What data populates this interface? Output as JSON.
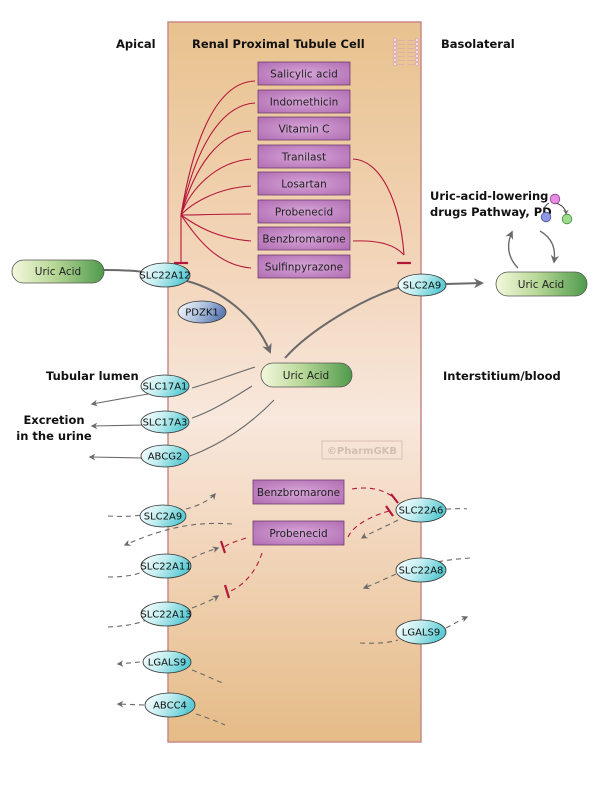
{
  "title": "Renal Proximal Tubule Cell",
  "region_labels": {
    "apical": "Apical",
    "basolateral": "Basolateral",
    "tubular_lumen": "Tubular lumen",
    "interstitium": "Interstitium/blood",
    "excretion_line1": "Excretion",
    "excretion_line2": "in the urine"
  },
  "pathway_link": {
    "line1": "Uric-acid-lowering",
    "line2": "drugs Pathway, PD",
    "icon": "pathway-network-icon"
  },
  "drugs_top": [
    "Salicylic acid",
    "Indomethicin",
    "Vitamin C",
    "Tranilast",
    "Losartan",
    "Probenecid",
    "Benzbromarone",
    "Sulfinpyrazone"
  ],
  "drugs_bottom": [
    "Benzbromarone",
    "Probenecid"
  ],
  "uric_acid": {
    "lumen": "Uric Acid",
    "cell": "Uric Acid",
    "blood": "Uric Acid"
  },
  "genes": {
    "slc22a12": "SLC22A12",
    "pdzk1": "PDZK1",
    "slc2a9_top": "SLC2A9",
    "slc17a1": "SLC17A1",
    "slc17a3": "SLC17A3",
    "abcg2": "ABCG2",
    "slc2a9_bottom": "SLC2A9",
    "slc22a11": "SLC22A11",
    "slc22a13": "SLC22A13",
    "lgals9_apical": "LGALS9",
    "abcc4": "ABCC4",
    "slc22a6": "SLC22A6",
    "slc22a8": "SLC22A8",
    "lgals9_basolateral": "LGALS9"
  },
  "watermark": "©PharmGKB",
  "colors": {
    "cell_top": "#e8c28e",
    "cell_mid": "#f7e5d9",
    "cell_bottom": "#e6bd88",
    "cell_border": "#c98a8a",
    "drug_fill": "#b872b8",
    "inhibition": "#b5173a",
    "gene_fill": "#7fd6dc",
    "uric_acid_fill": "#5fa85a",
    "arrow": "#666666"
  }
}
